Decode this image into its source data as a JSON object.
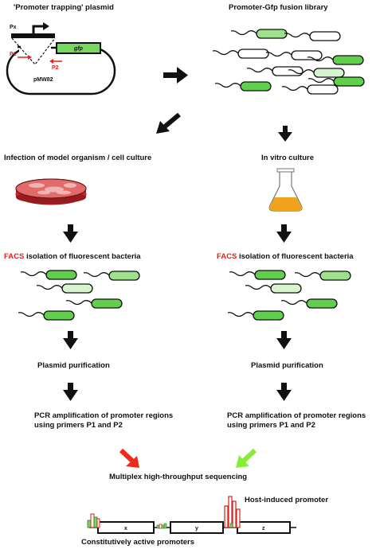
{
  "plasmid": {
    "title": "'Promoter trapping' plasmid",
    "promoter_label": "Px",
    "p1_label": "P1",
    "p2_label": "P2",
    "gene_label": "gfp",
    "name": "pMW82"
  },
  "library": {
    "title": "Promoter-Gfp fusion library"
  },
  "left": {
    "infection": "Infection of model organism / cell culture",
    "facs_prefix": "FACS",
    "facs_rest": " isolation of fluorescent bacteria",
    "purification": "Plasmid purification",
    "pcr_line1": "PCR amplification of promoter regions",
    "pcr_line2": "using primers P1 and P2"
  },
  "right": {
    "in_vitro": "In vitro culture",
    "facs_prefix": "FACS",
    "facs_rest": " isolation of fluorescent bacteria",
    "purification": "Plasmid purification",
    "pcr_line1": "PCR amplification of promoter regions",
    "pcr_line2": "using primers P1 and P2"
  },
  "sequencing": {
    "label": "Multiplex high-throughput sequencing"
  },
  "genome": {
    "host_induced": "Host-induced promoter",
    "constitutive": "Constitutively active promoters",
    "genes": [
      "x",
      "y",
      "z"
    ]
  },
  "colors": {
    "gfp_green": "#66cc55",
    "facs_red": "#e4201c",
    "arrow_red": "#ee2a1a",
    "arrow_green": "#88ee33",
    "flask_orange": "#f0a31c",
    "dish_red": "#b51f24"
  }
}
